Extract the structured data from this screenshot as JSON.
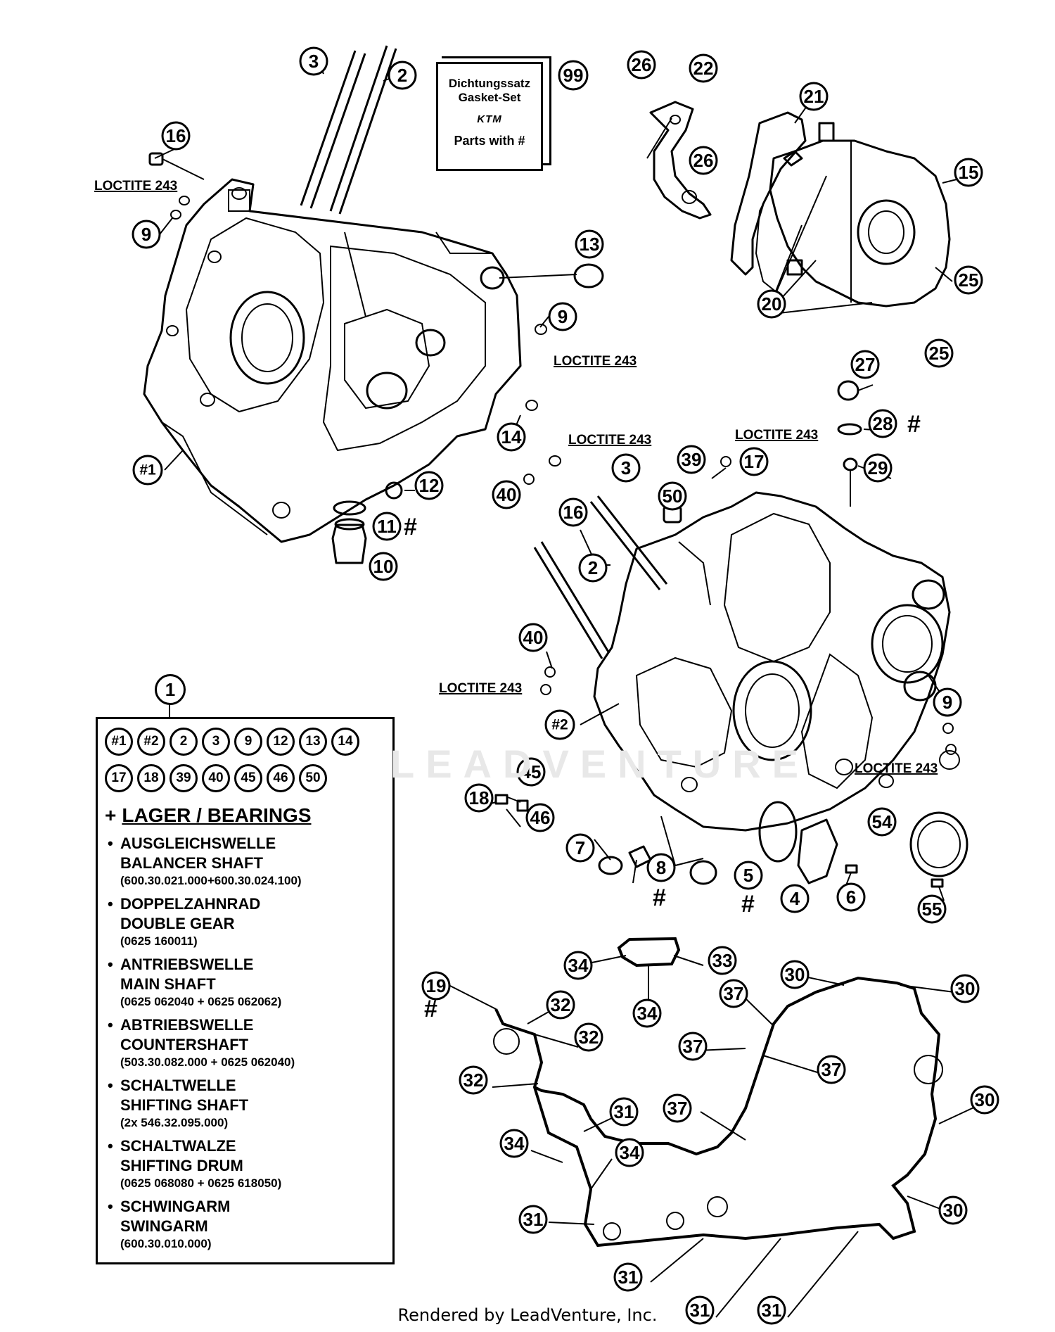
{
  "gasket_set": {
    "line1": "Dichtungssatz",
    "line2": "Gasket-Set",
    "brand": "KTM",
    "line3": "Parts with #",
    "ref": "99"
  },
  "loctite_label": "LOCTITE 243",
  "legend": {
    "ref": "1",
    "row1": [
      "#1",
      "#2",
      "2",
      "3",
      "9",
      "12",
      "13",
      "14"
    ],
    "row2": [
      "17",
      "18",
      "39",
      "40",
      "45",
      "46",
      "50"
    ],
    "heading_plus": "+",
    "heading": "LAGER / BEARINGS",
    "items": [
      {
        "de": "AUSGLEICHSWELLE",
        "en": "BALANCER SHAFT",
        "code": "(600.30.021.000+600.30.024.100)"
      },
      {
        "de": "DOPPELZAHNRAD",
        "en": "DOUBLE GEAR",
        "code": "(0625 160011)"
      },
      {
        "de": "ANTRIEBSWELLE",
        "en": "MAIN SHAFT",
        "code": "(0625 062040 + 0625 062062)"
      },
      {
        "de": "ABTRIEBSWELLE",
        "en": "COUNTERSHAFT",
        "code": "(503.30.082.000 + 0625 062040)"
      },
      {
        "de": "SCHALTWELLE",
        "en": "SHIFTING SHAFT",
        "code": "(2x 546.32.095.000)"
      },
      {
        "de": "SCHALTWALZE",
        "en": "SHIFTING DRUM",
        "code": "(0625 068080 + 0625 618050)"
      },
      {
        "de": "SCHWINGARM",
        "en": "SWINGARM",
        "code": "(600.30.010.000)"
      }
    ],
    "bullet": "•"
  },
  "watermark": "LEADVENTURE",
  "footer": "Rendered by LeadVenture, Inc."
}
